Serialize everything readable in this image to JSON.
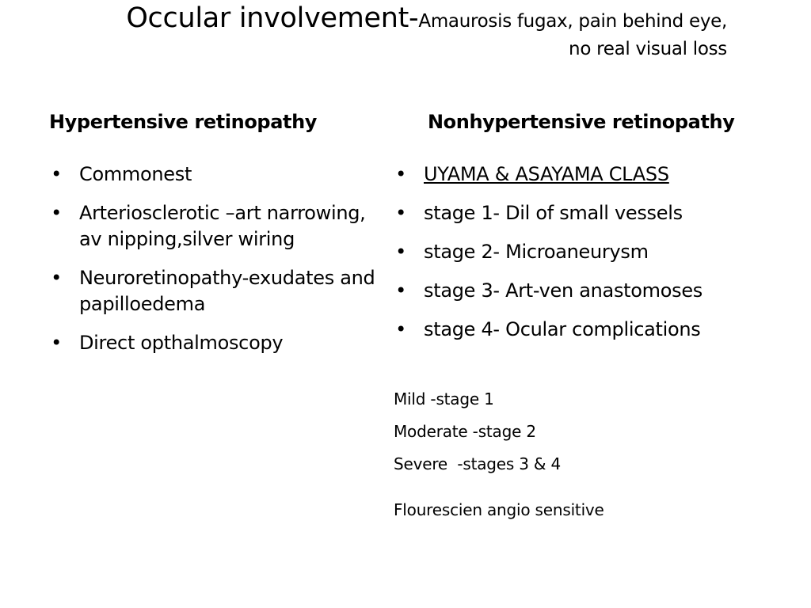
{
  "title": {
    "main": "Occular involvement-",
    "sub_line1": "Amaurosis fugax, pain behind eye,",
    "sub_line2": "no real visual loss"
  },
  "left_column": {
    "heading": "Hypertensive retinopathy",
    "bullets": [
      "Commonest",
      "Arteriosclerotic –art narrowing, av nipping,silver wiring",
      "Neuroretinopathy-exudates and papilloedema",
      "Direct opthalmoscopy"
    ]
  },
  "right_column": {
    "heading": "Nonhypertensive retinopathy",
    "bullets": [
      "UYAMA & ASAYAMA CLASS",
      "stage 1- Dil of small vessels",
      "stage 2- Microaneurysm",
      "stage 3- Art-ven anastomoses",
      "stage 4- Ocular complications"
    ],
    "notes": [
      "Mild -stage 1",
      "Moderate -stage 2",
      "Severe  -stages 3 & 4",
      "Flourescien angio sensitive"
    ]
  },
  "bullet_glyph": "•"
}
